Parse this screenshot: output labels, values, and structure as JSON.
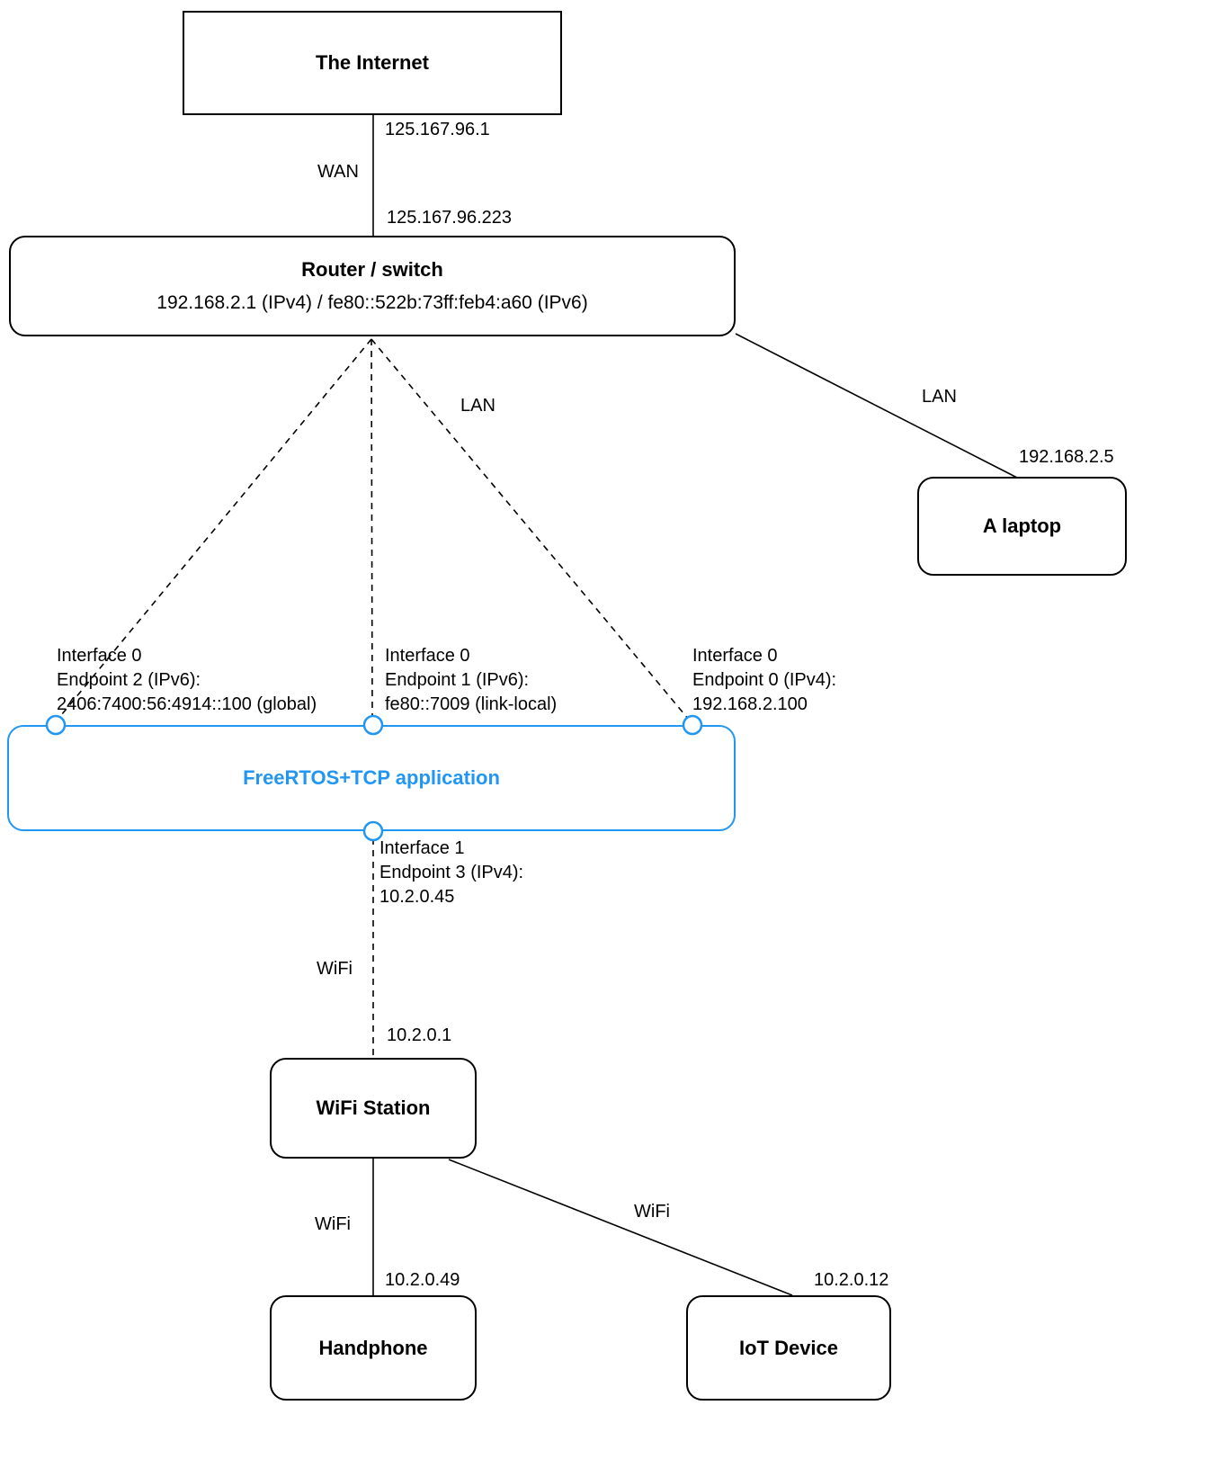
{
  "colors": {
    "accent": "#2196F3",
    "line": "#000000"
  },
  "nodes": {
    "internet": {
      "label": "The Internet"
    },
    "router": {
      "label": "Router / switch",
      "sublabel": "192.168.2.1 (IPv4) / fe80::522b:73ff:feb4:a60 (IPv6)"
    },
    "laptop": {
      "label": "A laptop"
    },
    "freertos_app": {
      "label": "FreeRTOS+TCP application"
    },
    "wifi_station": {
      "label": "WiFi Station"
    },
    "handphone": {
      "label": "Handphone"
    },
    "iot_device": {
      "label": "IoT Device"
    }
  },
  "edge_labels": {
    "wan": "WAN",
    "lan_freertos": "LAN",
    "lan_laptop": "LAN",
    "wifi_uplink": "WiFi",
    "wifi_handphone": "WiFi",
    "wifi_iot": "WiFi"
  },
  "ip_labels": {
    "internet_wan": "125.167.96.1",
    "router_wan": "125.167.96.223",
    "laptop_lan": "192.168.2.5",
    "wifi_station_uplink": "10.2.0.1",
    "handphone": "10.2.0.49",
    "iot_device": "10.2.0.12"
  },
  "endpoints": {
    "endpoint2": {
      "lines": [
        "Interface 0",
        "Endpoint 2 (IPv6):",
        "2406:7400:56:4914::100 (global)"
      ]
    },
    "endpoint1": {
      "lines": [
        "Interface 0",
        "Endpoint 1 (IPv6):",
        "fe80::7009 (link-local)"
      ]
    },
    "endpoint0": {
      "lines": [
        "Interface 0",
        "Endpoint 0 (IPv4):",
        "192.168.2.100"
      ]
    },
    "endpoint3": {
      "lines": [
        "Interface 1",
        "Endpoint 3 (IPv4):",
        "10.2.0.45"
      ]
    }
  }
}
